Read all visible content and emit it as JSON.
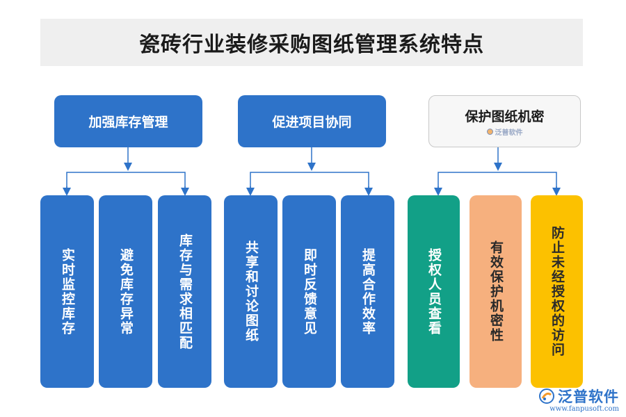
{
  "title": "瓷砖行业装修采购图纸管理系统特点",
  "groups": [
    {
      "heading": "加强库存管理",
      "items": [
        "实时监控库存",
        "避免库存异常",
        "库存与需求相匹配"
      ]
    },
    {
      "heading": "促进项目协同",
      "items": [
        "共享和讨论图纸",
        "即时反馈意见",
        "提高合作效率"
      ]
    },
    {
      "heading": "保护图纸机密",
      "items": [
        "授权人员查看",
        "有效保护机密性",
        "防止未经授权的访问"
      ]
    }
  ],
  "watermark": {
    "small_text": "泛普软件",
    "logo_name": "泛普软件",
    "logo_url": "www.fanpusoft.com"
  },
  "colors": {
    "blue": "#2e73c9",
    "teal": "#12a087",
    "peach": "#f6b07e",
    "gold": "#fcc100",
    "connector": "#2e73c9"
  }
}
